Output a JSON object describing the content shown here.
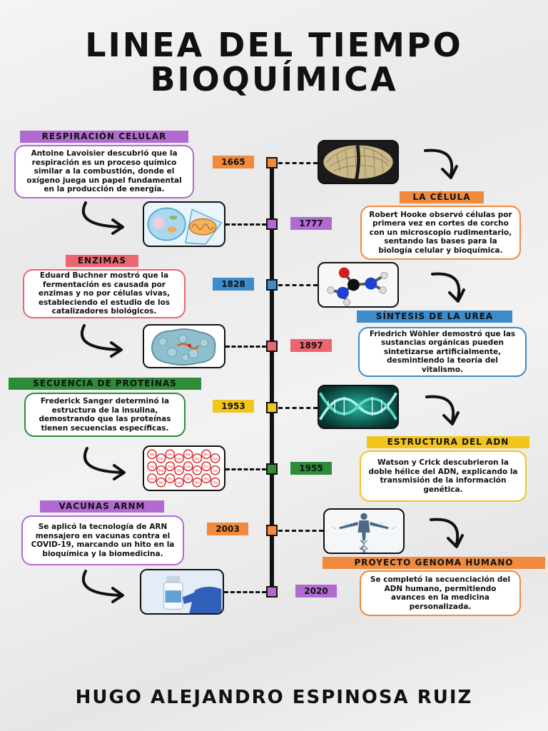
{
  "title": {
    "line1": "LINEA DEL TIEMPO",
    "line2": "BIOQUÍMICA"
  },
  "author": "HUGO ALEJANDRO ESPINOSA RUIZ",
  "colors": {
    "purple": "#b06ad0",
    "orange": "#f08a3c",
    "pink": "#ec6672",
    "blue": "#3d8bc9",
    "green": "#2e8b3a",
    "yellow": "#f2c51c",
    "black": "#111111"
  },
  "events": [
    {
      "year": "1665",
      "heading": "LA CÉLULA",
      "text": "Robert Hooke observó células por primera vez en cortes de corcho con un microscopio rudimentario, sentando las bases para la biología celular y bioquímica.",
      "icon": "cork-cells-image",
      "color": "#f08a3c"
    },
    {
      "year": "1777",
      "heading": "RESPIRACIÓN CELULAR",
      "text": "Antoine Lavoisier descubrió que la respiración es un proceso químico similar a la combustión, donde el oxígeno juega un papel fundamental en la producción de energía.",
      "icon": "mitochondria-image",
      "color": "#b06ad0"
    },
    {
      "year": "1828",
      "heading": "SÍNTESIS DE LA UREA",
      "text": "Friedrich Wöhler demostró que las sustancias orgánicas pueden sintetizarse artificialmente, desmintiendo la teoría del vitalismo.",
      "icon": "urea-molecule-image",
      "color": "#3d8bc9"
    },
    {
      "year": "1897",
      "heading": "ENZIMAS",
      "text": "Eduard Buchner mostró que la fermentación es causada por enzimas y no por células vivas, estableciendo el estudio de los catalizadores biológicos.",
      "icon": "enzyme-structure-image",
      "color": "#ec6672"
    },
    {
      "year": "1953",
      "heading": "ESTRUCTURA DEL ADN",
      "text": "Watson y Crick descubrieron la doble hélice del ADN, explicando la transmisión de la información genética.",
      "icon": "dna-helix-image",
      "color": "#f2c51c"
    },
    {
      "year": "1955",
      "heading": "SECUENCIA DE PROTEÍNAS",
      "text": "Frederick Sanger determinó la estructura de la insulina, demostrando que las proteínas tienen secuencias específicas.",
      "icon": "insulin-sequence-image",
      "color": "#2e8b3a"
    },
    {
      "year": "2003",
      "heading": "PROYECTO GENOMA HUMANO",
      "text": "Se completó la secuenciación del ADN humano, permitiendo avances en la medicina personalizada.",
      "icon": "human-genome-image",
      "color": "#f08a3c"
    },
    {
      "year": "2020",
      "heading": "VACUNAS ARNM",
      "text": "Se aplicó la tecnología de ARN mensajero en vacunas contra el COVID-19, marcando un hito en la bioquímica y la biomedicina.",
      "icon": "vaccine-vial-image",
      "color": "#b06ad0"
    }
  ],
  "insulin_labels": [
    "Val",
    "Cys",
    "Gln",
    "Gln",
    "Ala",
    "Gly",
    "Ser",
    "Cys",
    "Gly",
    "Arg",
    "Arg",
    "Glu",
    "Leu",
    "Tyr",
    "Thr",
    "Lys",
    "Leu",
    "Val",
    "Tyr",
    "Leu",
    "Val",
    "His",
    "Ser",
    "Gly"
  ]
}
